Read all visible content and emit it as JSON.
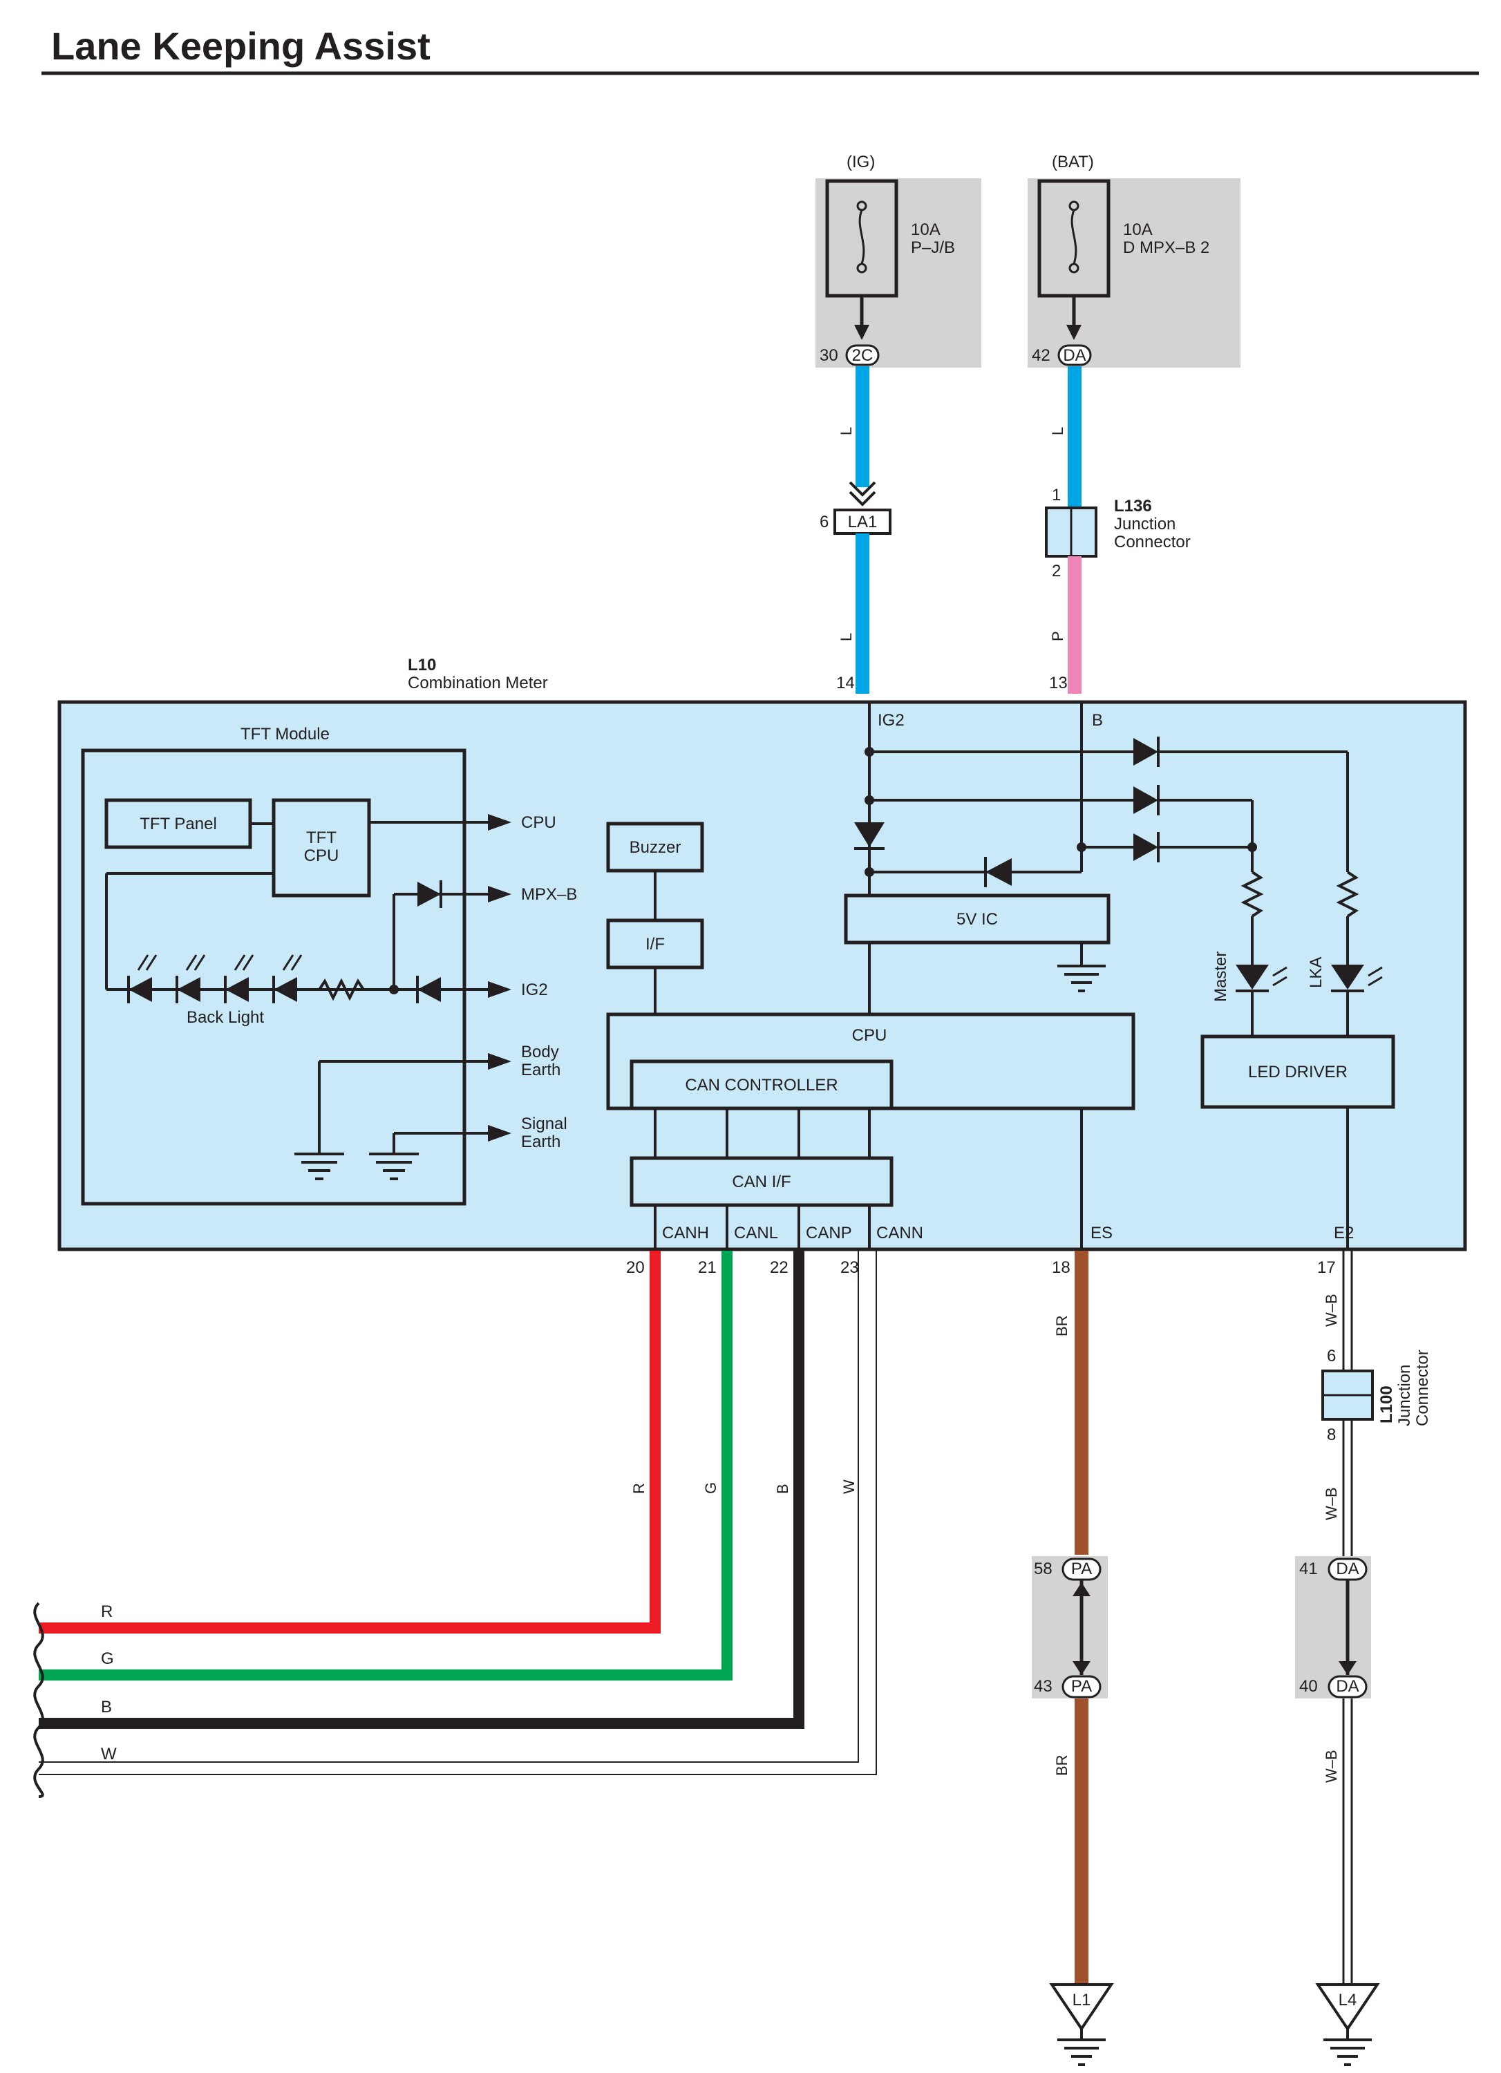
{
  "page_title": "Lane Keeping Assist",
  "fuses": {
    "ig": {
      "source": "(IG)",
      "rating": "10A",
      "name": "P–J/B",
      "pin": "30",
      "connector": "2C"
    },
    "bat": {
      "source": "(BAT)",
      "rating": "10A",
      "name": "D MPX–B 2",
      "pin": "42",
      "connector": "DA"
    }
  },
  "connector_la1": {
    "pin": "6",
    "label": "LA1"
  },
  "connector_l136": {
    "id": "L136",
    "line1": "Junction",
    "line2": "Connector",
    "pin_top": "1",
    "pin_bottom": "2"
  },
  "connector_l100": {
    "id": "L100",
    "line1": "Junction",
    "line2": "Connector",
    "pin_top": "6",
    "pin_bottom": "8"
  },
  "meter": {
    "id": "L10",
    "name": "Combination Meter",
    "pins_top": {
      "ig2": "14",
      "b": "13"
    },
    "terminals_top": {
      "ig2": "IG2",
      "b": "B"
    },
    "pins_bottom": [
      "20",
      "21",
      "22",
      "23",
      "18",
      "17"
    ],
    "terminals_bottom": [
      "CANH",
      "CANL",
      "CANP",
      "CANN",
      "ES",
      "E2"
    ]
  },
  "tft_module": {
    "title": "TFT Module",
    "panel": "TFT Panel",
    "cpu_line1": "TFT",
    "cpu_line2": "CPU",
    "back_light": "Back Light",
    "outputs": [
      "CPU",
      "MPX–B",
      "IG2"
    ],
    "body_earth": [
      "Body",
      "Earth"
    ],
    "signal_earth": [
      "Signal",
      "Earth"
    ]
  },
  "blocks": {
    "buzzer": "Buzzer",
    "if": "I/F",
    "ic5v": "5V IC",
    "cpu": "CPU",
    "can_controller": "CAN CONTROLLER",
    "can_if": "CAN I/F",
    "led_driver": "LED DRIVER"
  },
  "leds": {
    "master": "Master",
    "lka": "LKA"
  },
  "wire_colors": {
    "ig_upper": "L",
    "ig_lower": "L",
    "bat_upper": "L",
    "bat_lower": "P",
    "canh": "R",
    "canl": "G",
    "canp": "B",
    "cann": "W",
    "es_upper": "BR",
    "es_lower": "BR",
    "e2_upper": "W–B",
    "e2_mid": "W–B",
    "e2_lower": "W–B"
  },
  "bus_labels": [
    "R",
    "G",
    "B",
    "W"
  ],
  "ground_connectors": {
    "pa": {
      "pin_top": "58",
      "pin_bottom": "43",
      "label": "PA"
    },
    "da": {
      "pin_top": "41",
      "pin_bottom": "40",
      "label": "DA"
    },
    "l1": "L1",
    "l4": "L4"
  },
  "colors": {
    "meter_fill": "#c9e9f9",
    "wire_l": "#00a5e3",
    "wire_p": "#ef85b6",
    "wire_r": "#ed1c24",
    "wire_g": "#00a651",
    "wire_b": "#231f20",
    "wire_br": "#a0522d",
    "shade": "#d3d3d3"
  }
}
